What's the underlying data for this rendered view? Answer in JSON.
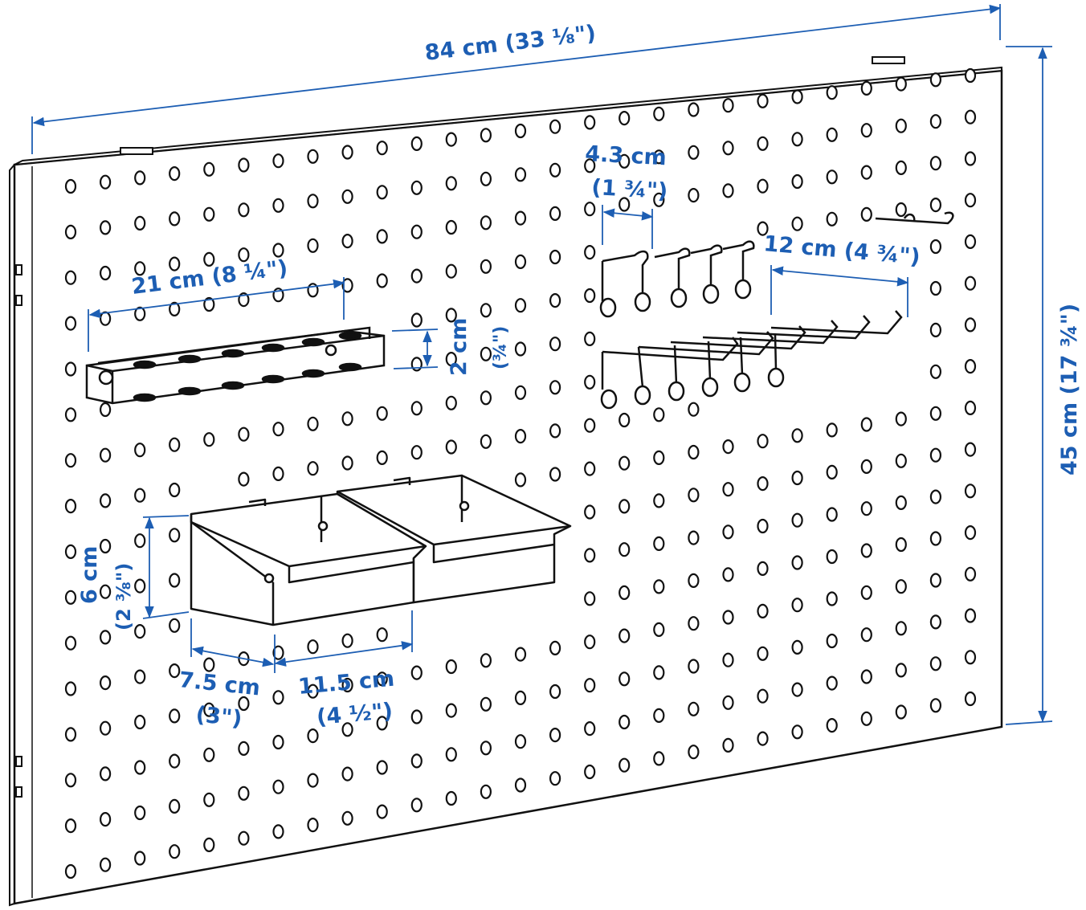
{
  "colors": {
    "dimension": "#1d5eb3",
    "line": "#111111",
    "background": "#ffffff"
  },
  "dimensions": {
    "width_total": "84 cm (33 ⅛\")",
    "height_total": "45 cm (17 ¾\")",
    "hook_spacing": {
      "metric": "4.3 cm",
      "imperial": "(1 ¾\")"
    },
    "hook_rail_length": "12 cm (4 ¾\")",
    "shelf_length": "21 cm (8 ¼\")",
    "shelf_depth": {
      "metric": "2 cm",
      "imperial": "(¾\")"
    },
    "bin_height": {
      "metric": "6 cm",
      "imperial": "(2 ⅜\")"
    },
    "bin_small_width": {
      "metric": "7.5 cm",
      "imperial": "(3\")"
    },
    "bin_large_width": {
      "metric": "11.5 cm",
      "imperial": "(4 ½\")"
    }
  }
}
